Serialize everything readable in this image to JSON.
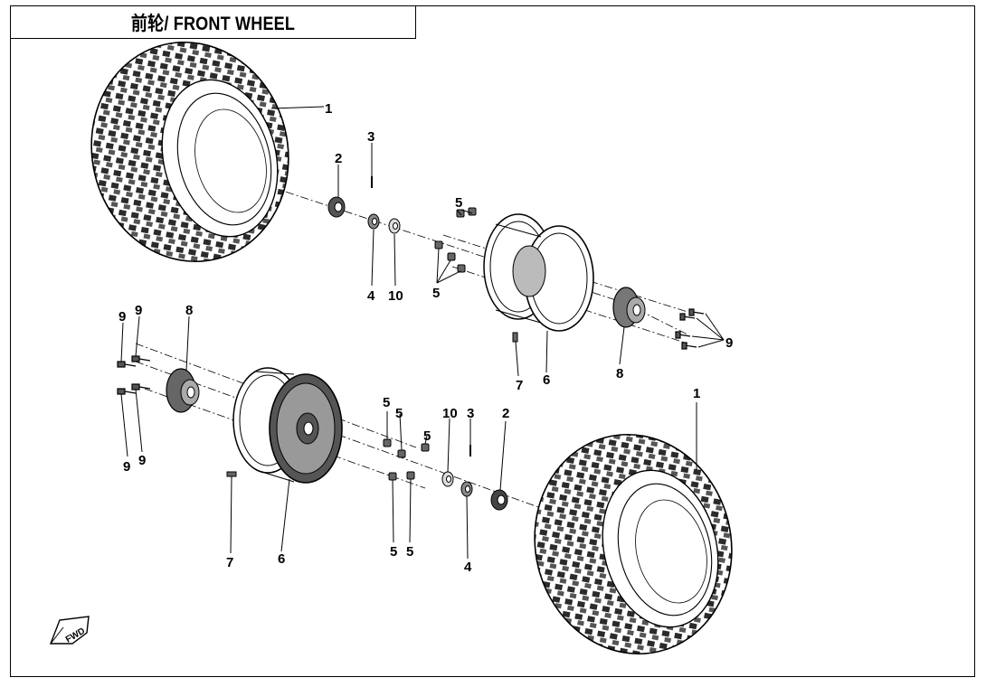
{
  "title": "前轮/ FRONT WHEEL",
  "fwd_label": "FWD",
  "callouts": {
    "top_tire": "1",
    "top_nut": "2",
    "top_pin": "3",
    "top_washer_cone": "4",
    "top_washer_flat": "10",
    "top_lugs_upper": "5",
    "top_lugs_lower": "5",
    "top_valve": "7",
    "top_rim": "6",
    "top_hub": "8",
    "top_bolts": "9",
    "bot_bolt_a": "9",
    "bot_bolt_b": "9",
    "bot_bolt_c": "9",
    "bot_bolt_d": "9",
    "bot_hub": "8",
    "bot_lug_a": "5",
    "bot_lug_b": "5",
    "bot_lug_c": "5",
    "bot_lug_d": "5",
    "bot_lug_e": "5",
    "bot_washer_flat": "10",
    "bot_pin": "3",
    "bot_nut": "2",
    "bot_tire": "1",
    "bot_valve": "7",
    "bot_rim": "6",
    "bot_washer_cone": "4"
  }
}
